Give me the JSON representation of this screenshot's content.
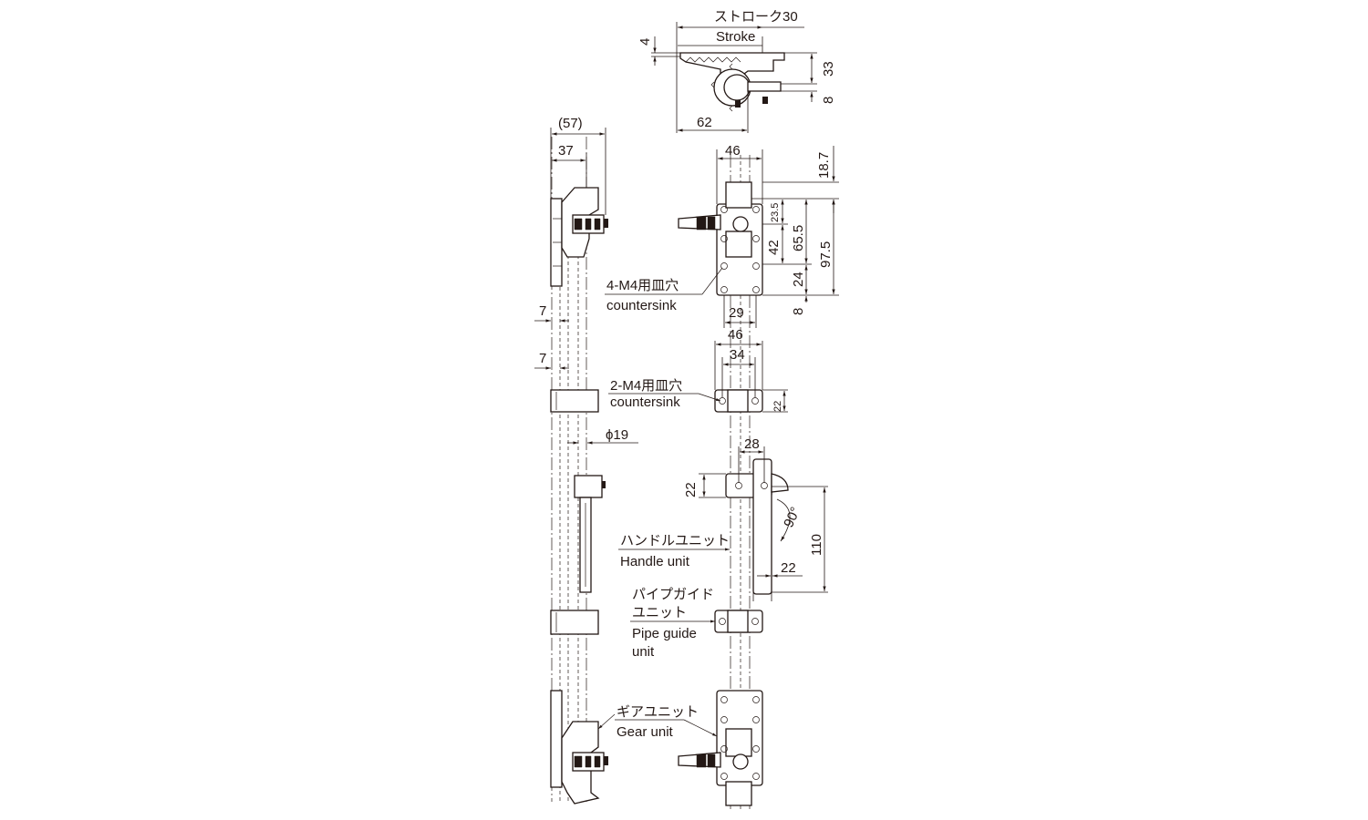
{
  "top_view": {
    "stroke_jp": "ストローク30",
    "stroke_en": "Stroke",
    "dim_4": "4",
    "dim_33": "33",
    "dim_8": "8",
    "dim_62": "62"
  },
  "side_view": {
    "dim_57": "(57)",
    "dim_37": "37",
    "dim_7a": "7",
    "dim_7b": "7",
    "dim_phi19": "ϕ19"
  },
  "front_view": {
    "dim_46_top": "46",
    "dim_18_7": "18.7",
    "dim_23_5": "23.5",
    "dim_65_5": "65.5",
    "dim_97_5": "97.5",
    "dim_42": "42",
    "dim_24": "24",
    "dim_8": "8",
    "dim_29": "29",
    "dim_46_mid": "46",
    "dim_34": "34",
    "dim_22_guide": "22",
    "dim_28": "28",
    "dim_22_handle": "22",
    "dim_90": "90°",
    "dim_110": "110",
    "dim_22_lever": "22"
  },
  "labels": {
    "m4_4_jp": "4-M4用皿穴",
    "m4_4_en": "countersink",
    "m4_2_jp": "2-M4用皿穴",
    "m4_2_en": "countersink",
    "handle_jp": "ハンドルユニット",
    "handle_en": "Handle unit",
    "pipe_guide_jp_1": "パイプガイド",
    "pipe_guide_jp_2": "ユニット",
    "pipe_guide_en_1": "Pipe guide",
    "pipe_guide_en_2": "unit",
    "gear_jp": "ギアユニット",
    "gear_en": "Gear unit"
  }
}
